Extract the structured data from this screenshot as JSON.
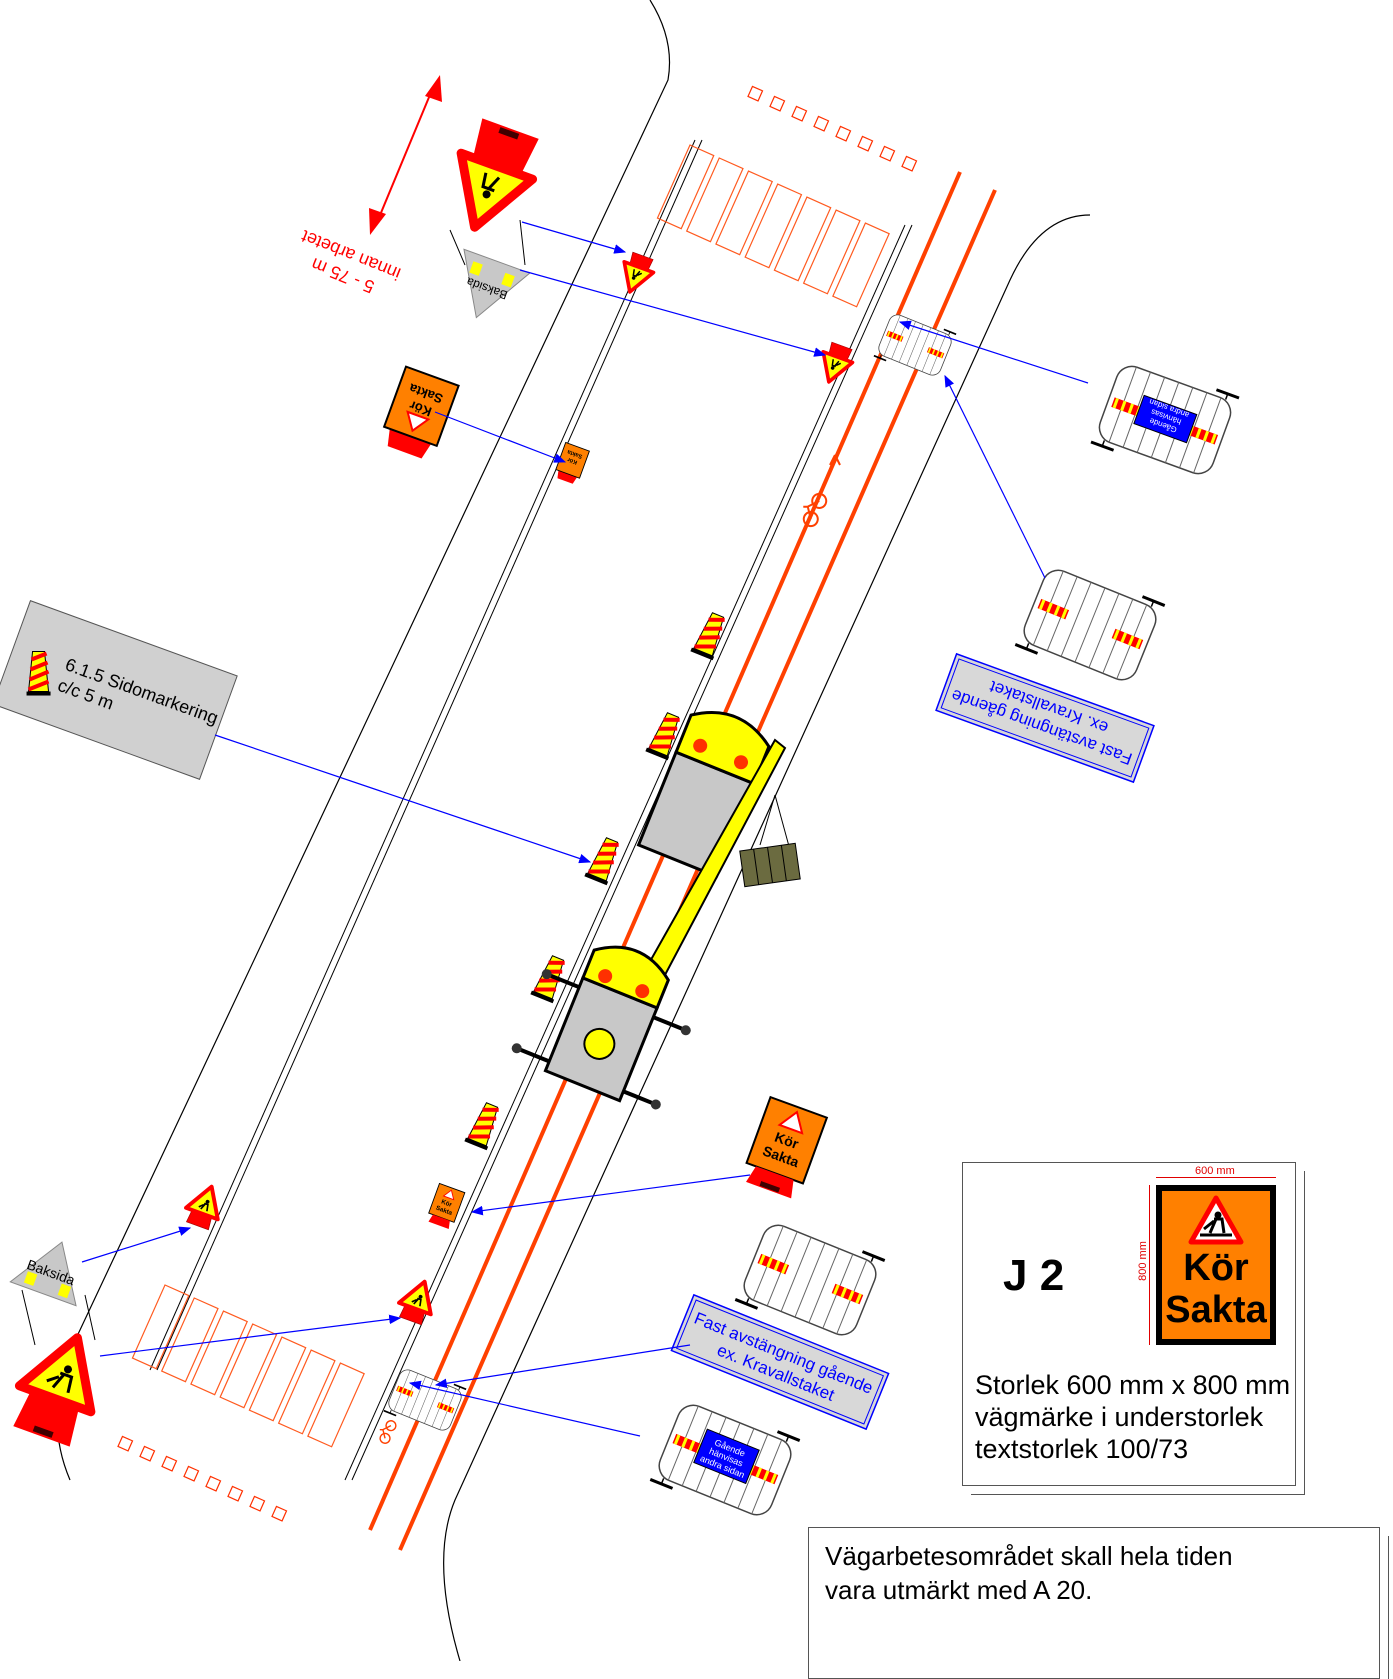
{
  "distance_label": {
    "line1": "5 - 75 m",
    "line2": "innan arbetet"
  },
  "back_label": "Baksida",
  "kor_sakta": {
    "line1": "Kör",
    "line2": "Sakta"
  },
  "sidomarkering": {
    "line1": "6.1.5 Sidomarkering",
    "line2": "c/c    5 m"
  },
  "fast_avstangning_top": {
    "line1": "Fast avstängning gående",
    "line2": "ex. Kravallstaket"
  },
  "fast_avstangning_bottom": {
    "line1": "Fast avstängning gående",
    "line2": "ex. Kravallstaket"
  },
  "barrier_sign": {
    "line1": "Gående",
    "line2": "hänvisas",
    "line3": "andra sidan"
  },
  "j2_panel": {
    "code": "J 2",
    "width_label": "600 mm",
    "height_label": "800 mm",
    "sign_line1": "Kör",
    "sign_line2": "Sakta",
    "desc1": "Storlek 600 mm x 800 mm",
    "desc2": "vägmärke i understorlek",
    "desc3": "textstorlek 100/73"
  },
  "note": {
    "line1": "Vägarbetesområdet skall hela tiden",
    "line2": "vara utmärkt med A 20."
  },
  "colors": {
    "lane_line": "#ff4000",
    "crosswalk": "#ff5a1f",
    "leader": "#0000ff",
    "warning_red": "#ff0000",
    "sign_orange": "#ff8000",
    "crane_yellow": "#ffff00",
    "info_blue": "#0000ff",
    "plate_gray": "#d0d0d0"
  }
}
